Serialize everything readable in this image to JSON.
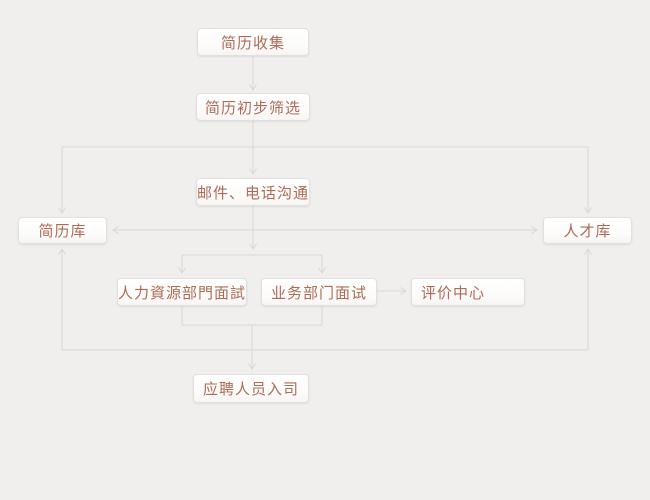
{
  "diagram": {
    "type": "flowchart",
    "subject": "recruitment-process",
    "nodes": [
      {
        "id": "resume-collection",
        "label": "简历收集"
      },
      {
        "id": "resume-screening",
        "label": "简历初步筛选"
      },
      {
        "id": "email-phone-contact",
        "label": "邮件、电话沟通"
      },
      {
        "id": "resume-bank",
        "label": "简历库"
      },
      {
        "id": "talent-bank",
        "label": "人才库"
      },
      {
        "id": "hr-interview",
        "label": "人力資源部門面試"
      },
      {
        "id": "business-interview",
        "label": "业务部门面试"
      },
      {
        "id": "evaluation-center",
        "label": "评价中心"
      },
      {
        "id": "candidate-onboarding",
        "label": "应聘人员入司"
      }
    ],
    "colors": {
      "background": "#f0efee",
      "node_background": "#ffffff",
      "node_border": "#e1e0dd",
      "node_text": "#af6a56",
      "connector": "#d8d7d4"
    }
  }
}
